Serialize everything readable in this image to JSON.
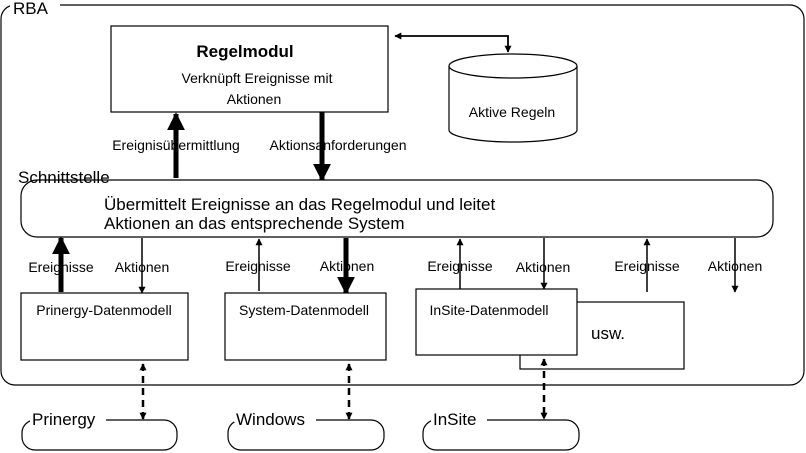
{
  "rba": {
    "label": "RBA"
  },
  "regelmodul": {
    "title": "Regelmodul",
    "desc_line1": "Verknüpft Ereignisse mit",
    "desc_line2": "Aktionen"
  },
  "aktive_regeln": {
    "label": "Aktive Regeln"
  },
  "flows_top": {
    "ereignisuebermittlung": "Ereignisübermittlung",
    "aktionsanforderungen": "Aktionsanforderungen"
  },
  "schnittstelle": {
    "label": "Schnittstelle",
    "desc_line1": "Übermittelt Ereignisse an das Regelmodul und leitet",
    "desc_line2": "Aktionen an das entsprechende System"
  },
  "flows_bottom": {
    "ereignisse": "Ereignisse",
    "aktionen": "Aktionen"
  },
  "datenmodelle": {
    "prinergy": "Prinergy-Datenmodell",
    "system": "System-Datenmodell",
    "insite": "InSite-Datenmodell",
    "usw": "usw."
  },
  "externals": {
    "prinergy": "Prinergy",
    "windows": "Windows",
    "insite": "InSite"
  }
}
